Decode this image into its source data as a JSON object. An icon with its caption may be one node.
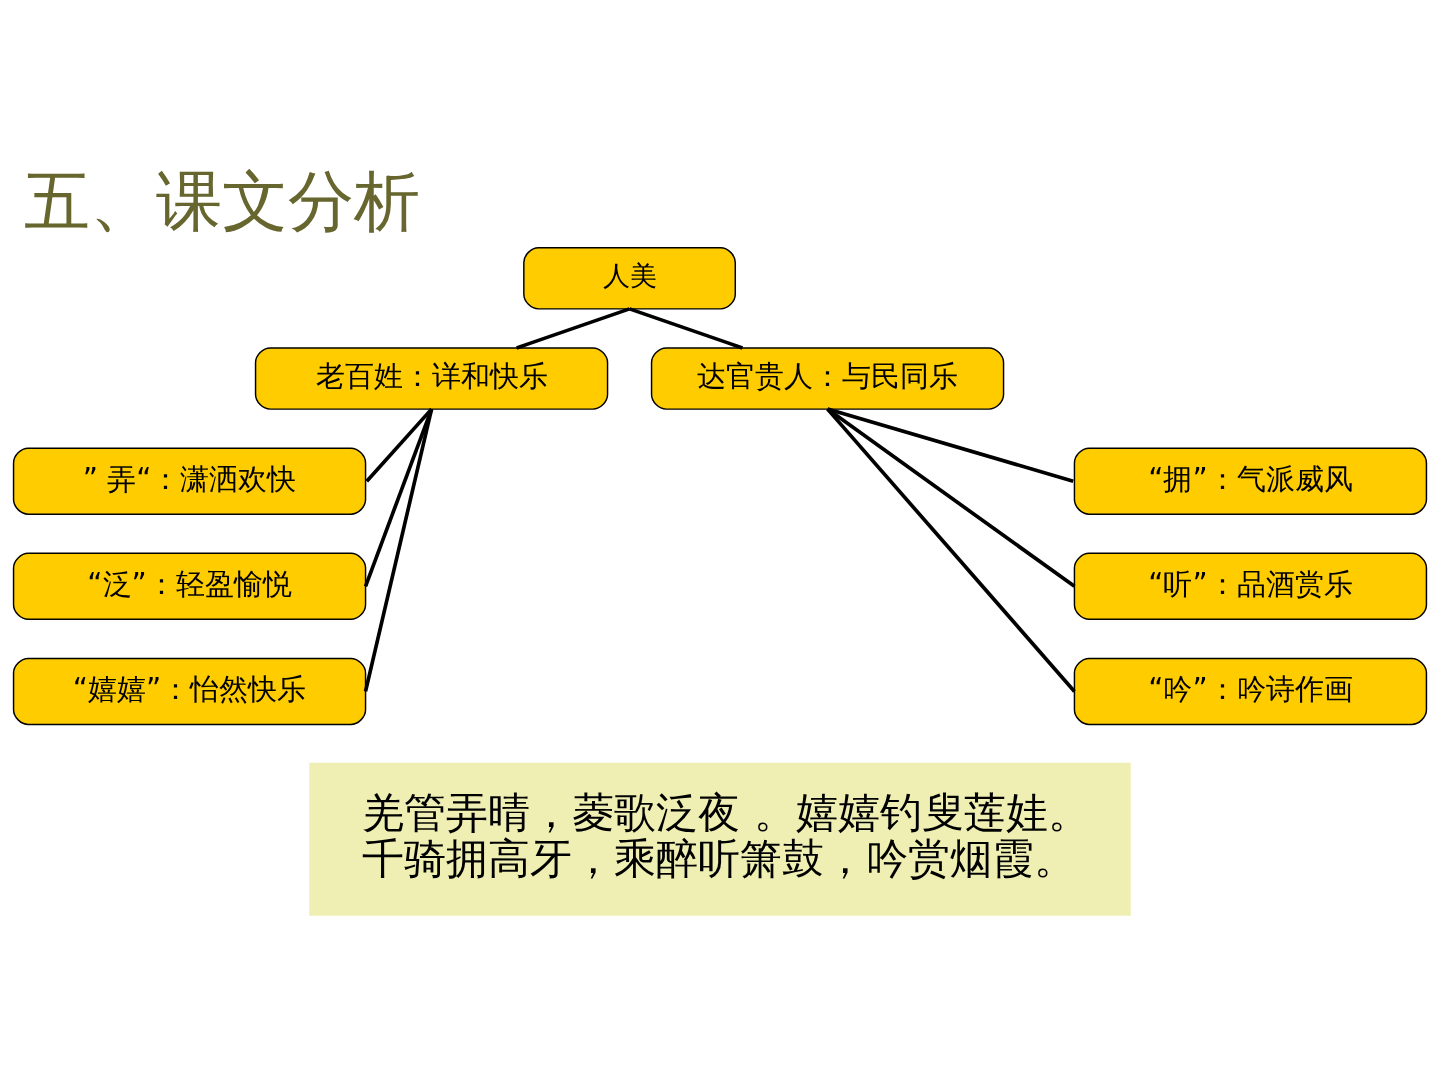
{
  "diagram": {
    "title": "五、课文分析",
    "nodes": [
      {
        "text": [
          "人美"
        ]
      },
      {
        "text": [
          "老百姓：详和快乐"
        ]
      },
      {
        "text": [
          "达官贵人：与民同乐"
        ]
      },
      {
        "text": [
          "” 弄“：潇洒欢快"
        ]
      },
      {
        "text": [
          "“泛”：轻盈愉悦"
        ]
      },
      {
        "text": [
          "“嬉嬉”：怡然快乐"
        ]
      },
      {
        "text": [
          "“拥”：气派威风"
        ]
      },
      {
        "text": [
          "“听”：品酒赏乐"
        ]
      },
      {
        "text": [
          "“吟”：吟诗作画"
        ]
      },
      {
        "text": [
          "羌管弄晴，菱歌泛夜 。嬉嬉钓叟莲娃。千骑拥高牙，乘醉听箫鼓，吟赏烟霞。"
        ]
      }
    ],
    "edges": [
      {
        "from": 0,
        "to": 1,
        "arrow": "none"
      },
      {
        "from": 0,
        "to": 2,
        "arrow": "none"
      },
      {
        "from": 1,
        "to": 3,
        "arrow": "none"
      },
      {
        "from": 1,
        "to": 4,
        "arrow": "none"
      },
      {
        "from": 1,
        "to": 5,
        "arrow": "none"
      },
      {
        "from": 2,
        "to": 6,
        "arrow": "none"
      },
      {
        "from": 2,
        "to": 7,
        "arrow": "none"
      },
      {
        "from": 2,
        "to": 8,
        "arrow": "none"
      }
    ]
  }
}
